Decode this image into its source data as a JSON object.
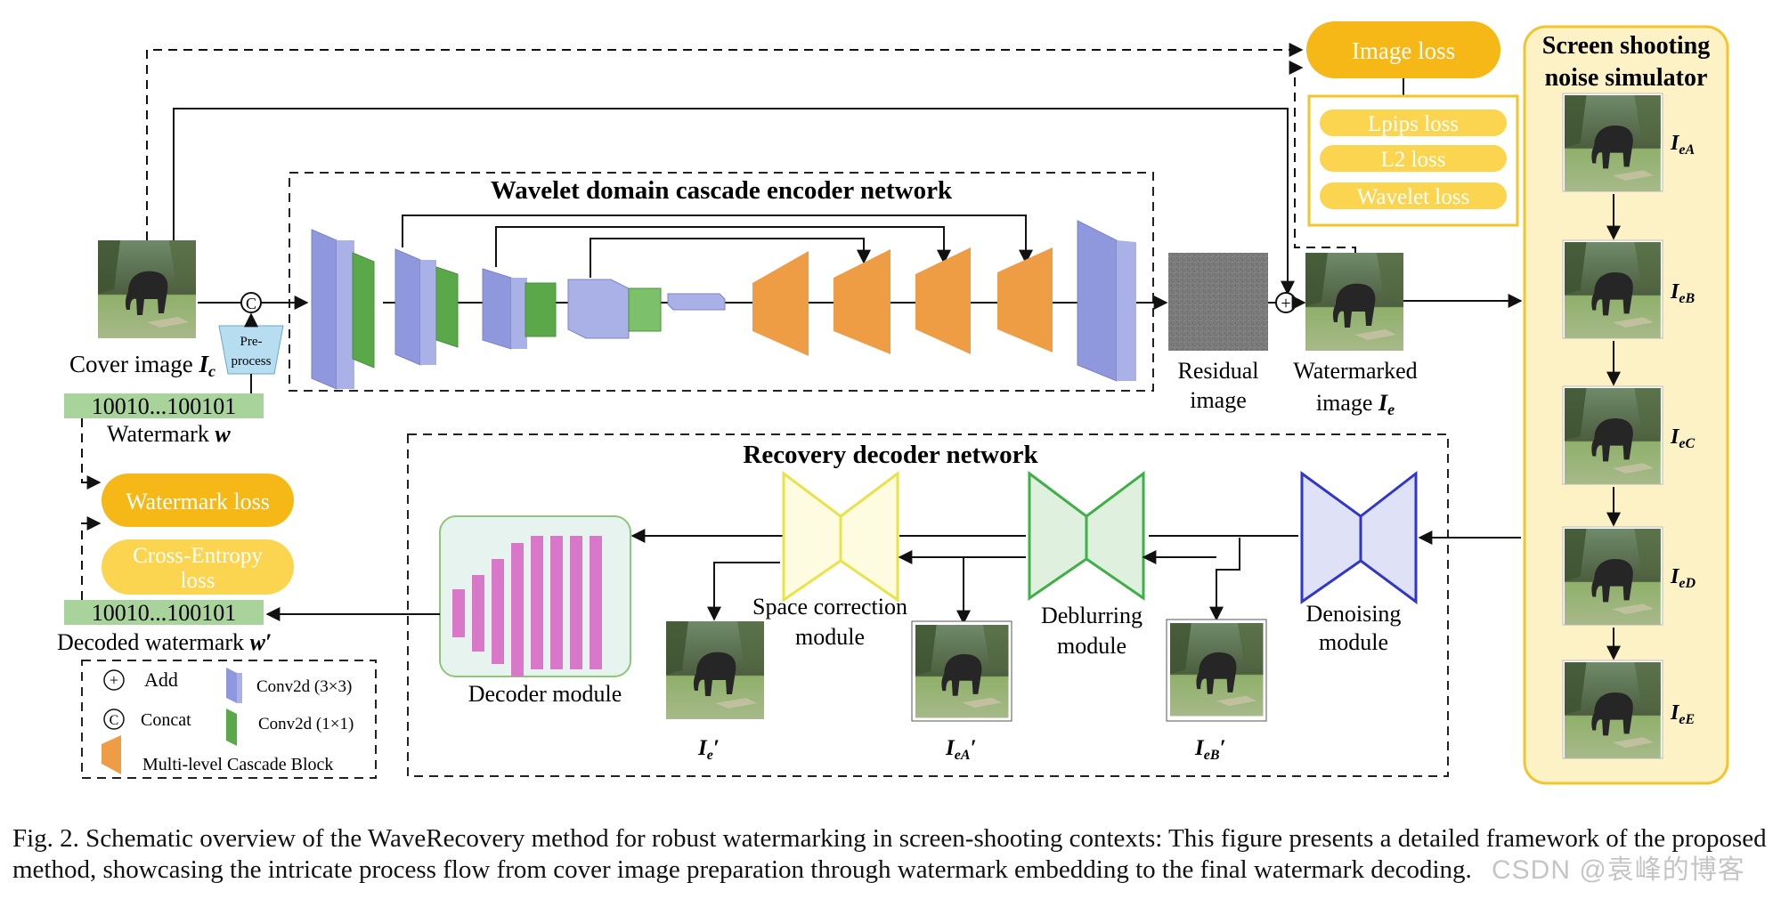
{
  "colors": {
    "encoder_block": "#8f98dc",
    "conv1x1_block": "#5aa84a",
    "cascade_block": "#ef9d45",
    "loss_pill": "#f6b817",
    "loss_sub_pill": "#fbd54f",
    "simulator_bg": "#fdf1c6",
    "simulator_border": "#f2c52b",
    "bits_bg": "#a8d49b",
    "decoder_bar": "#d977c8",
    "decoder_bg": "#e6f3ee",
    "decoder_border": "#8cc77a",
    "space_correction": "#f1ee7a",
    "deblurring": "#3faf48",
    "denoising": "#2f36c9"
  },
  "cover": {
    "label_prefix": "Cover image ",
    "symbol": "I",
    "sub": "c"
  },
  "preprocess": {
    "line1": "Pre-",
    "line2": "process"
  },
  "watermark": {
    "bits": "10010...100101",
    "label_prefix": "Watermark ",
    "symbol": "w"
  },
  "encoder": {
    "title": "Wavelet domain cascade encoder network"
  },
  "residual": {
    "line1": "Residual",
    "line2": "image"
  },
  "watermarked": {
    "line1": "Watermarked",
    "line2_prefix": "image ",
    "symbol": "I",
    "sub": "e"
  },
  "image_loss": {
    "title": "Image loss",
    "items": [
      "Lpips loss",
      "L2 loss",
      "Wavelet loss"
    ]
  },
  "simulator": {
    "title_line1": "Screen shooting",
    "title_line2": "noise simulator",
    "labels": [
      {
        "symbol": "I",
        "sub": "eA"
      },
      {
        "symbol": "I",
        "sub": "eB"
      },
      {
        "symbol": "I",
        "sub": "eC"
      },
      {
        "symbol": "I",
        "sub": "eD"
      },
      {
        "symbol": "I",
        "sub": "eE"
      }
    ]
  },
  "decoder": {
    "title": "Recovery decoder network",
    "decoder_module": "Decoder module",
    "space_line1": "Space correction",
    "space_line2": "module",
    "deblur_line1": "Deblurring",
    "deblur_line2": "module",
    "denoise_line1": "Denoising",
    "denoise_line2": "module",
    "out_labels": [
      {
        "symbol": "I",
        "sub": "e",
        "prime": "′"
      },
      {
        "symbol": "I",
        "sub": "eA",
        "prime": "′"
      },
      {
        "symbol": "I",
        "sub": "eB",
        "prime": "′"
      }
    ]
  },
  "watermark_loss": {
    "title": "Watermark loss",
    "item_line1": "Cross-Entropy",
    "item_line2": "loss"
  },
  "decoded": {
    "bits": "10010...100101",
    "label_prefix": "Decoded watermark ",
    "symbol": "w′"
  },
  "legend": {
    "add_symbol": "+",
    "add": "Add",
    "concat_symbol": "C",
    "concat": "Concat",
    "conv3": "Conv2d (3×3)",
    "conv1": "Conv2d (1×1)",
    "cascade": "Multi-level Cascade Block"
  },
  "caption": "Fig. 2.  Schematic overview of the WaveRecovery method for robust watermarking in screen-shooting contexts: This figure presents a detailed framework of the proposed method, showcasing the intricate process flow from cover image preparation through watermark embedding to the final watermark decoding.",
  "stamp": "CSDN @袁峰的博客"
}
